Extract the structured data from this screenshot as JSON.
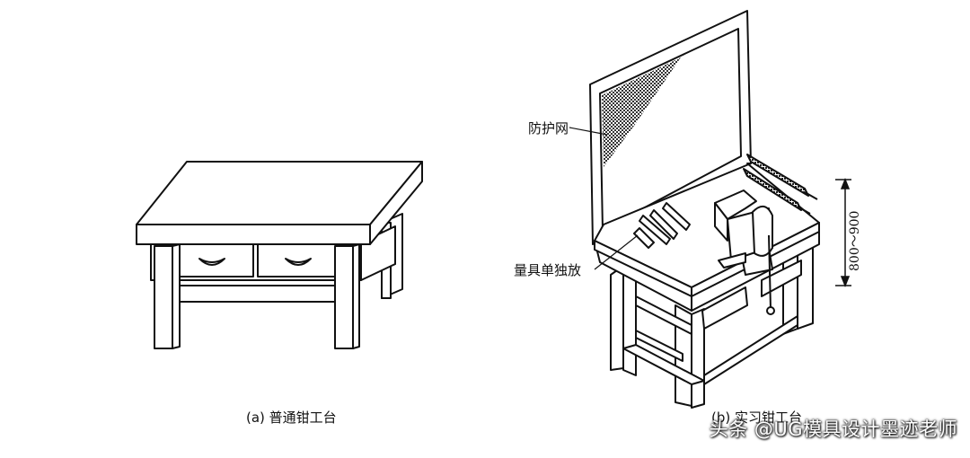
{
  "figure_a": {
    "caption": "(a) 普通钳工台"
  },
  "figure_b": {
    "caption": "(b) 实习钳工台",
    "labels": {
      "guard_net": "防护网",
      "gauge_storage": "量具单独放",
      "height_range": "800～900"
    }
  },
  "watermark": {
    "text": "头条 @UG模具设计墨迹老师"
  }
}
